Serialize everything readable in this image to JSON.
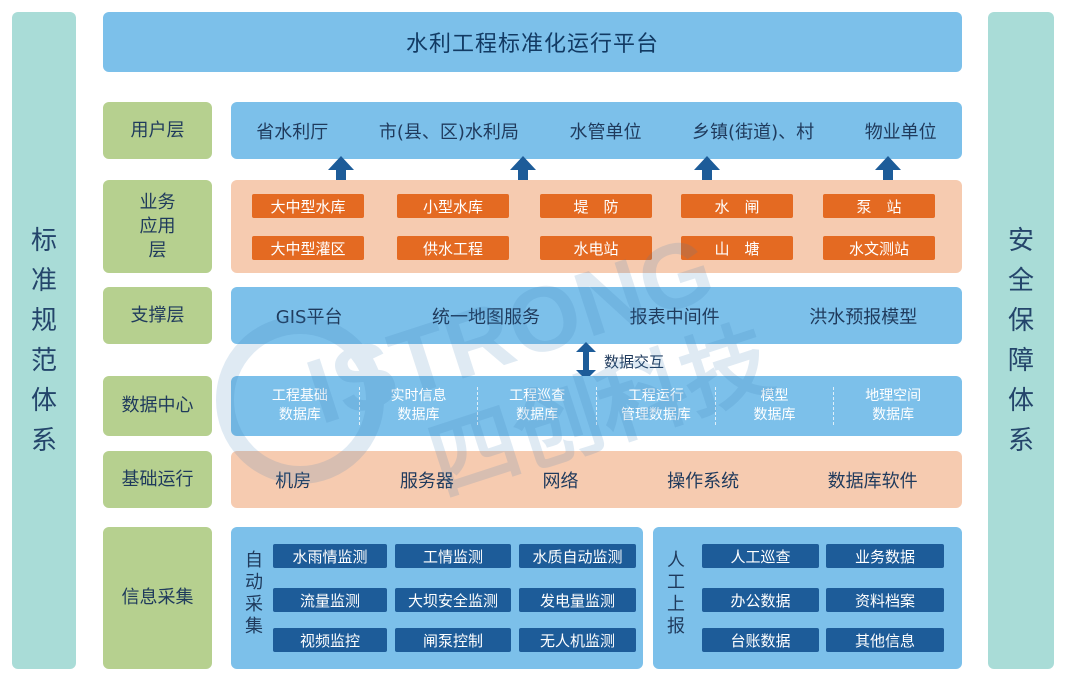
{
  "title": "水利工程标准化运行平台",
  "left_pillar": "标准规范体系",
  "right_pillar": "安全保障体系",
  "layers": {
    "user": {
      "label": "用户层",
      "items": [
        "省水利厅",
        "市(县、区)水利局",
        "水管单位",
        "乡镇(街道)、村",
        "物业单位"
      ]
    },
    "business": {
      "label": "业务应用层",
      "row1": [
        "大中型水库",
        "小型水库",
        "堤　防",
        "水　闸",
        "泵　站"
      ],
      "row2": [
        "大中型灌区",
        "供水工程",
        "水电站",
        "山　塘",
        "水文测站"
      ]
    },
    "support": {
      "label": "支撑层",
      "items": [
        "GIS平台",
        "统一地图服务",
        "报表中间件",
        "洪水预报模型"
      ]
    },
    "exchange_label": "数据交互",
    "data_center": {
      "label": "数据中心",
      "items": [
        {
          "l1": "工程基础",
          "l2": "数据库"
        },
        {
          "l1": "实时信息",
          "l2": "数据库"
        },
        {
          "l1": "工程巡查",
          "l2": "数据库"
        },
        {
          "l1": "工程运行",
          "l2": "管理数据库"
        },
        {
          "l1": "模型",
          "l2": "数据库"
        },
        {
          "l1": "地理空间",
          "l2": "数据库"
        }
      ]
    },
    "infrastructure": {
      "label": "基础运行",
      "items": [
        "机房",
        "服务器",
        "网络",
        "操作系统",
        "数据库软件"
      ]
    },
    "collection": {
      "label": "信息采集",
      "auto": {
        "label": "自动采集",
        "items": [
          "水雨情监测",
          "工情监测",
          "水质自动监测",
          "流量监测",
          "大坝安全监测",
          "发电量监测",
          "视频监控",
          "闸泵控制",
          "无人机监测"
        ]
      },
      "manual": {
        "label": "人工上报",
        "items": [
          "人工巡查",
          "业务数据",
          "办公数据",
          "资料档案",
          "台账数据",
          "其他信息"
        ]
      }
    }
  },
  "watermark": "ISTRONG 四创科技",
  "colors": {
    "side": "#a9dcd7",
    "label": "#b6d08f",
    "blue": "#7cc0ea",
    "peach": "#f6cbb0",
    "orange": "#e46a22",
    "navy": "#1d5c99"
  }
}
